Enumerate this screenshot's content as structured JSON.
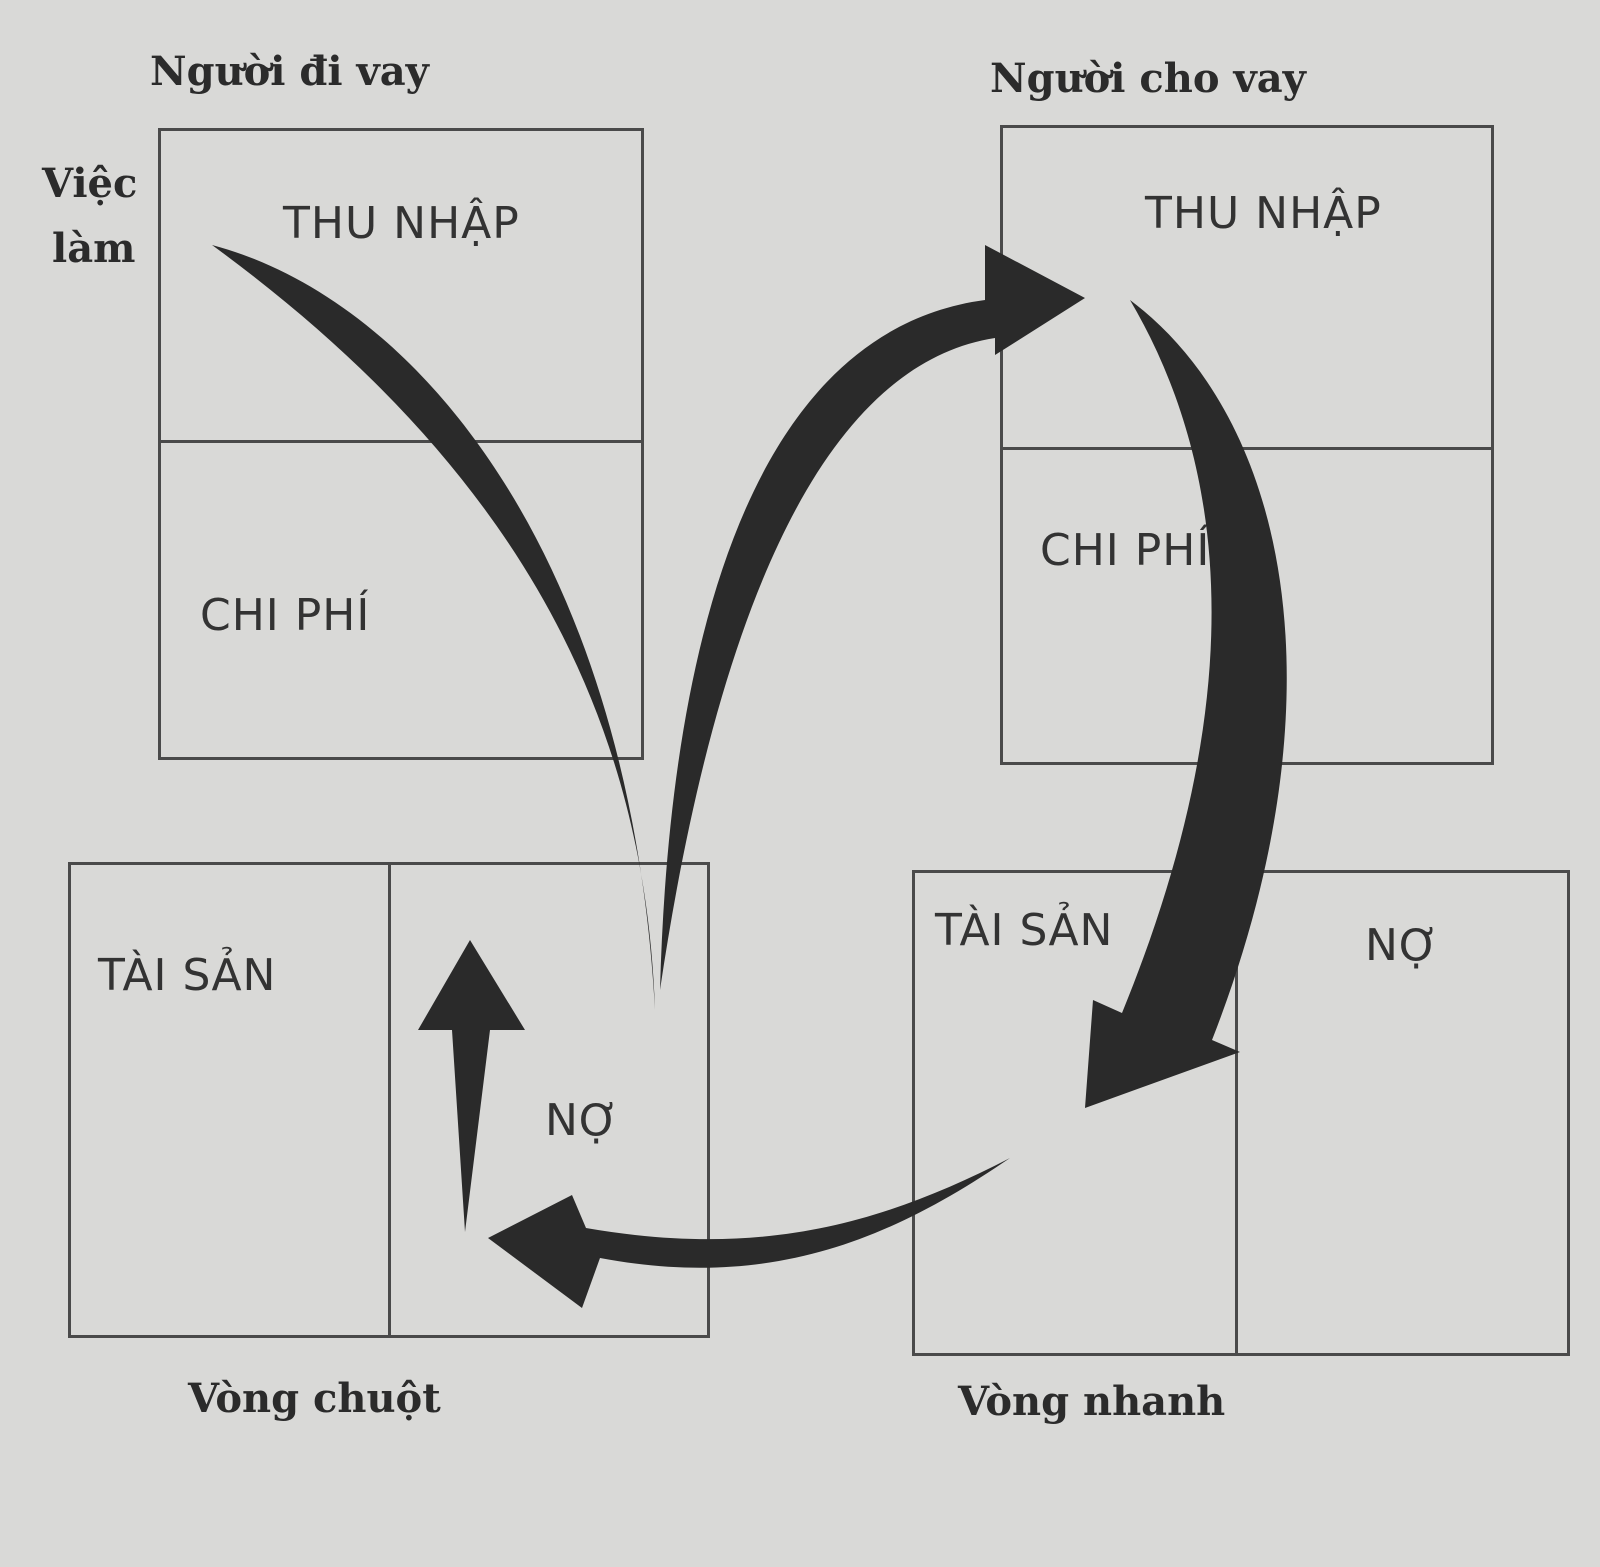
{
  "left": {
    "title": "Người đi vay",
    "side_label_line1": "Việc",
    "side_label_line2": "làm",
    "income_label": "THU NHẬP",
    "expense_label": "CHI PHÍ",
    "assets_label": "TÀI SẢN",
    "liabilities_label": "NỢ",
    "caption": "Vòng chuột"
  },
  "right": {
    "title": "Người cho vay",
    "income_label": "THU NHẬP",
    "expense_label": "CHI PHÍ",
    "assets_label": "TÀI SẢN",
    "liabilities_label": "NỢ",
    "caption": "Vòng nhanh"
  },
  "colors": {
    "background": "#d9d9d7",
    "line": "#4a4a4a",
    "arrow": "#2a2a2a"
  }
}
